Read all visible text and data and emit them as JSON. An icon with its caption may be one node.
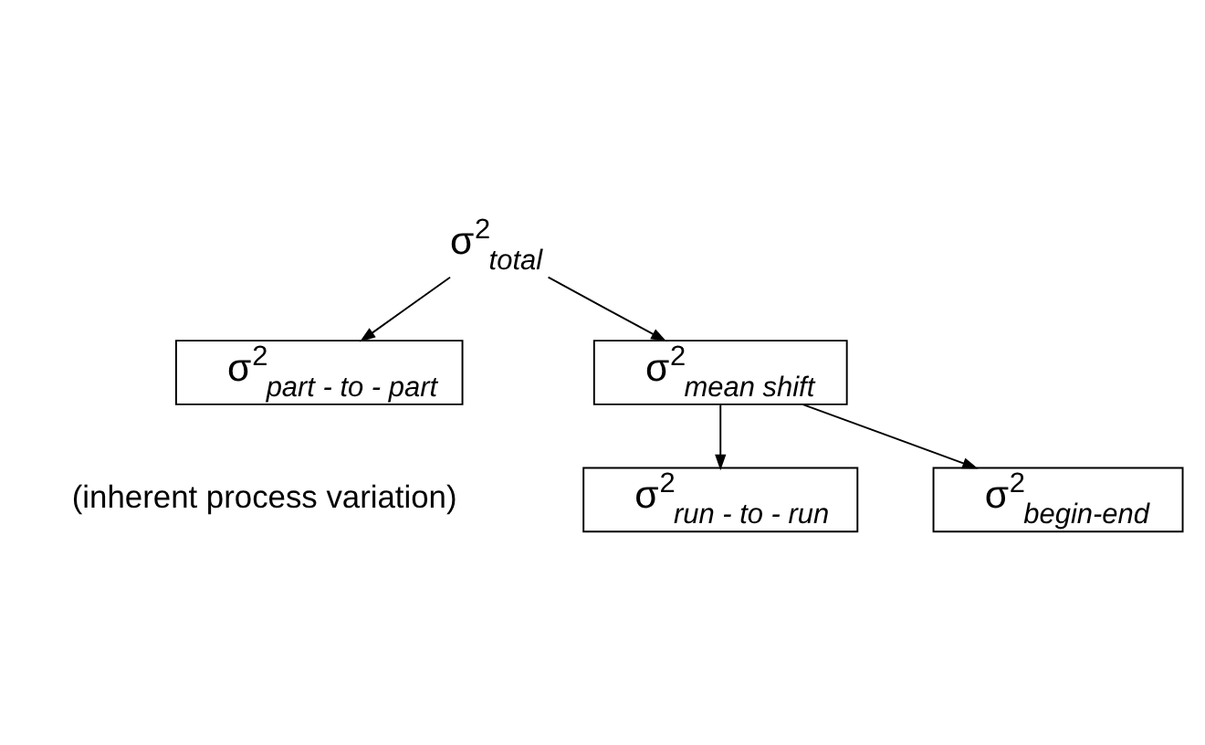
{
  "diagram": {
    "nodes": [
      {
        "text": [
          "σ$^{2}$$_{total}$"
        ]
      },
      {
        "text": [
          "σ$^{2}$$_{part - to - part}$"
        ],
        "beside": [
          "(inherent process variation)"
        ]
      },
      {
        "text": [
          "σ$^{2}$$_{mean shift}$"
        ]
      },
      {
        "text": [
          "σ$^{2}$$_{run - to - run}$"
        ]
      },
      {
        "text": [
          "σ$^{2}$$_{begin-end}$"
        ]
      }
    ],
    "edges": [
      {
        "from": 0,
        "to": 1,
        "arrow": "to"
      },
      {
        "from": 0,
        "to": 2,
        "arrow": "to"
      },
      {
        "from": 2,
        "to": 3,
        "arrow": "to"
      },
      {
        "from": 2,
        "to": 4,
        "arrow": "to"
      }
    ]
  }
}
